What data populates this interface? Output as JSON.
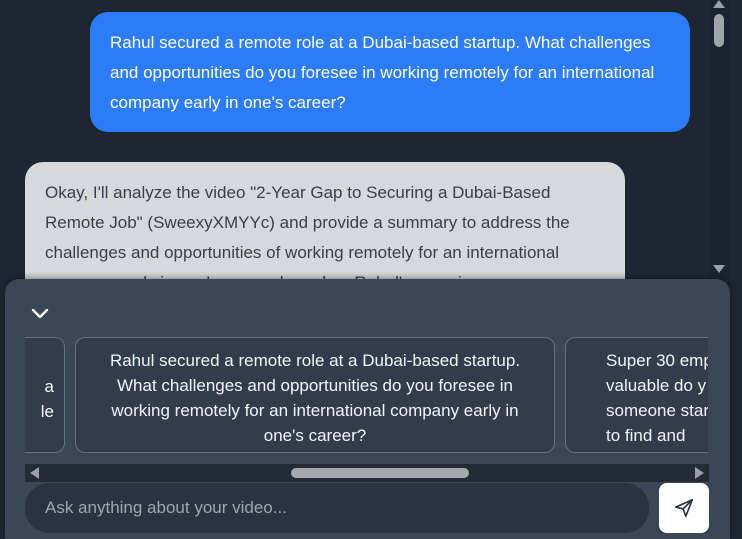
{
  "chat": {
    "user_message": "Rahul secured a remote role at a Dubai-based startup. What challenges and opportunities do you foresee in working remotely for an international company early in one's career?",
    "assistant_message": "Okay, I'll analyze the video \"2-Year Gap to Securing a Dubai-Based Remote Job\" (SweexyXMYYc) and provide a summary to address the challenges and opportunities of working remotely for an international company early in one's career, based on Rahul's experience."
  },
  "suggestions": {
    "left_partial": "a\nle",
    "center": "Rahul secured a remote role at a Dubai-based startup. What challenges and opportunities do you foresee in working remotely for an international company early in one's career?",
    "right_partial": "Super 30 emp\nvaluable do y\nsomeone startin\nto find and"
  },
  "input": {
    "placeholder": "Ask anything about your video..."
  },
  "icons": {
    "collapse": "chevron-down-icon",
    "send": "send-icon"
  },
  "colors": {
    "user_bubble": "#2b7cf6",
    "assistant_bubble": "#d6d8dc",
    "panel": "#3b4656",
    "background": "#1e2633"
  }
}
